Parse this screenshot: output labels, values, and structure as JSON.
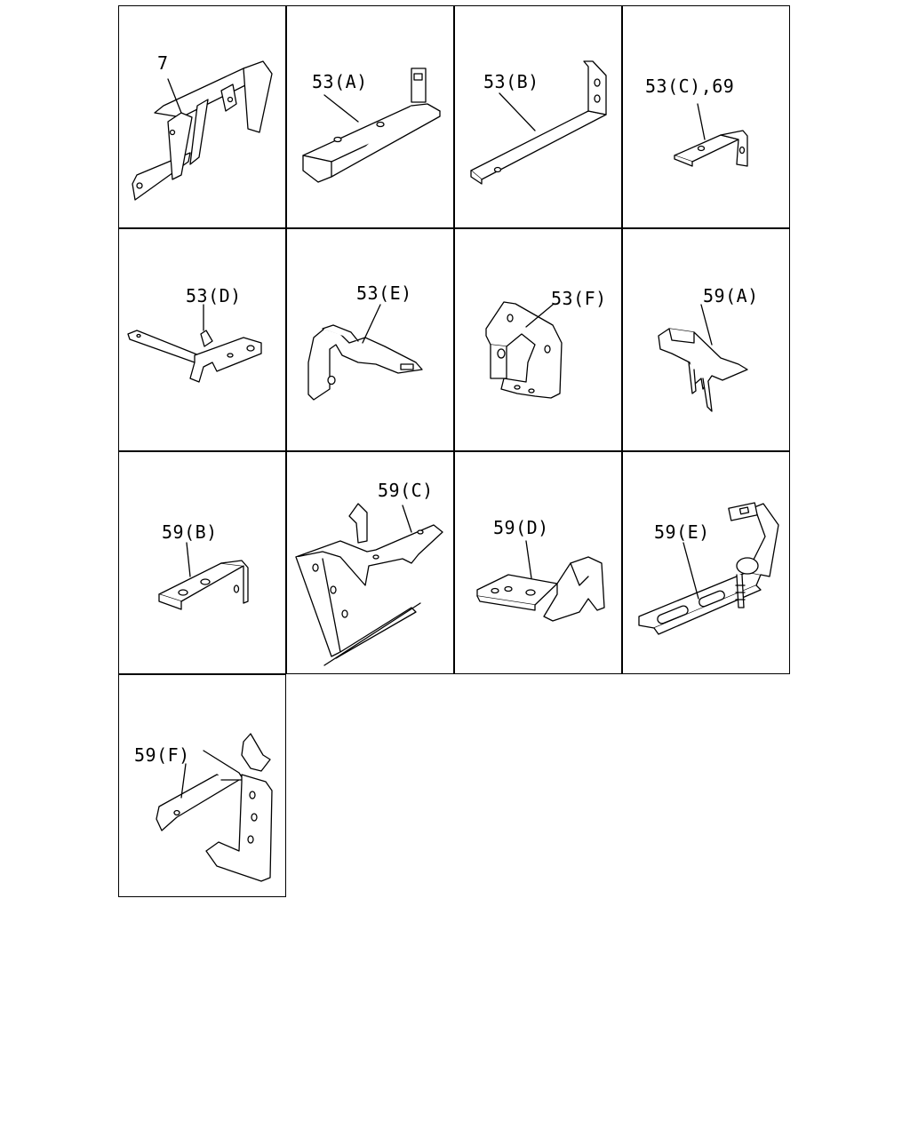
{
  "diagram": {
    "parts": [
      {
        "id": "p7",
        "label": "7"
      },
      {
        "id": "p53a",
        "label": "53(A)"
      },
      {
        "id": "p53b",
        "label": "53(B)"
      },
      {
        "id": "p53c",
        "label": "53(C),69"
      },
      {
        "id": "p53d",
        "label": "53(D)"
      },
      {
        "id": "p53e",
        "label": "53(E)"
      },
      {
        "id": "p53f",
        "label": "53(F)"
      },
      {
        "id": "p59a",
        "label": "59(A)"
      },
      {
        "id": "p59b",
        "label": "59(B)"
      },
      {
        "id": "p59c",
        "label": "59(C)"
      },
      {
        "id": "p59d",
        "label": "59(D)"
      },
      {
        "id": "p59e",
        "label": "59(E)"
      },
      {
        "id": "p59f",
        "label": "59(F)"
      }
    ]
  }
}
